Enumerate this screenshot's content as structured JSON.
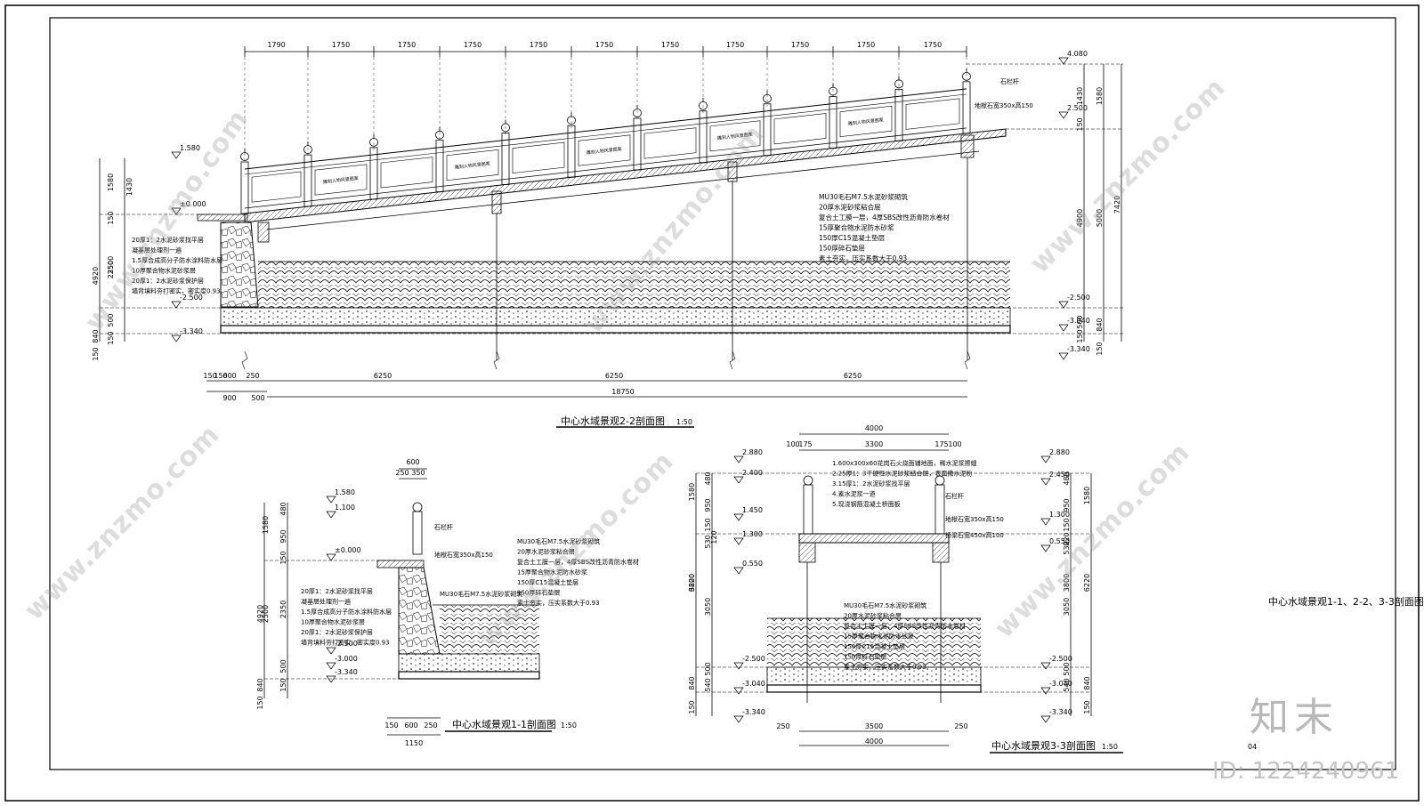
{
  "sections": {
    "s22": {
      "title": "中心水域景观2-2剖面图",
      "scale": "1:50",
      "top_dims": [
        "1790",
        "1750",
        "1750",
        "1750",
        "1750",
        "1750",
        "1750",
        "1750",
        "1750",
        "1750",
        "1750"
      ],
      "bottom_dims_row1": [
        "150",
        "150",
        "600",
        "250",
        "6250",
        "6250",
        "6250"
      ],
      "bottom_dims_row2": [
        "900",
        "500"
      ],
      "bottom_total": "18750",
      "left_dims_outer": [
        "4920",
        "840",
        "150"
      ],
      "left_dims_inner": [
        "1580",
        "1430",
        "150",
        "2500",
        "2350",
        "500",
        "150"
      ],
      "right_dims": [
        "1430",
        "1580",
        "150",
        "4900",
        "5000",
        "7420",
        "500",
        "150",
        "840",
        "150"
      ],
      "levels_left": [
        "1.580",
        "±0.000",
        "-2.500",
        "-3.340"
      ],
      "levels_right": [
        "4.080",
        "2.500",
        "-2.500",
        "-3.040",
        "-3.340"
      ],
      "layers_left": [
        "20厚1：2水泥砂浆找平层",
        "凝基层处理剂一遍",
        "1.5厚合成高分子防水涂料防水层",
        "10厚聚合物水泥砂浆层",
        "20厚1：2水泥砂浆保护层",
        "墙背填料夯打密实，密实度0.93"
      ],
      "layers_right": [
        "MU30毛石M7.5水泥砂浆砌筑",
        "20厚水泥砂浆粘合层",
        "复合土工膜一层，4厚SBS改性沥青防水卷材",
        "15厚聚合物水泥防水砂浆",
        "150厚C15混凝土垫层",
        "150厚碎石垫层",
        "素土夯实，压实系数大于0.93"
      ],
      "note_rail": "石栏杆",
      "note_top": "地栿石宽350x高150",
      "panel_text": "雕刻人物风景图案"
    },
    "s11": {
      "title": "中心水域景观1-1剖面图",
      "scale": "1:50",
      "top_dims": [
        "600",
        "250",
        "350"
      ],
      "bottom_dims_row1": [
        "150",
        "600",
        "250"
      ],
      "bottom_total": "1150",
      "left_dims_outer": [
        "4920",
        "840",
        "150"
      ],
      "left_dims_inner": [
        "1580",
        "480",
        "950",
        "150",
        "2500",
        "2350",
        "500",
        "150"
      ],
      "levels": [
        "1.580",
        "1.100",
        "±0.000",
        "-2.500",
        "-3.000",
        "-3.340"
      ],
      "layers_left": [
        "20厚1：2水泥砂浆找平层",
        "凝基层处理剂一遍",
        "1.5厚合成高分子防水涂料防水层",
        "10厚聚合物水泥砂浆层",
        "20厚1：2水泥砂浆保护层",
        "墙背填料夯打密实，密实度0.93"
      ],
      "layers_right": [
        "MU30毛石M7.5水泥砂浆砌筑",
        "20厚水泥砂浆粘合层",
        "复合土工膜一层，4厚SBS改性沥青防水卷材",
        "15厚聚合物水泥防水砂浆",
        "150厚C15混凝土垫层",
        "150厚碎石垫层",
        "素土夯实，压实系数大于0.93"
      ],
      "note_wall": "MU30毛石M7.5水泥砂浆砌筑",
      "note_rail": "石栏杆",
      "note_top": "地栿石宽350x高150"
    },
    "s33": {
      "title": "中心水域景观3-3剖面图",
      "scale": "1:50",
      "top_total": "4000",
      "top_dims": [
        "100",
        "175",
        "3300",
        "175",
        "100"
      ],
      "bottom_dims": [
        "250",
        "3500",
        "250"
      ],
      "bottom_total": "4000",
      "left_outer": [
        "6220",
        "840",
        "150"
      ],
      "left_inner": [
        "1580",
        "480",
        "950",
        "150",
        "120",
        "530",
        "3800",
        "3050",
        "500",
        "540"
      ],
      "right_outer": [
        "1580",
        "6220",
        "840",
        "150"
      ],
      "right_inner": [
        "480",
        "950",
        "150",
        "220",
        "530",
        "3800",
        "3050",
        "500",
        "540"
      ],
      "levels_left": [
        "2.880",
        "2.400",
        "1.450",
        "1.300",
        "0.550",
        "-2.500",
        "-3.040",
        "-3.340"
      ],
      "levels_right": [
        "2.880",
        "2.450",
        "1.300",
        "0.550",
        "-2.500",
        "-3.040",
        "-3.340"
      ],
      "deck_notes": [
        "1.600x300x60花岗石火烧面铺地面，稀水泥浆擦缝",
        "2.25厚1：3干硬性水泥砂浆结合层，表面撒水泥粉",
        "3.15厚1：2水泥砂浆找平层",
        "4.素水泥浆一道",
        "5.现浇钢筋混凝土桥面板"
      ],
      "layers": [
        "MU30毛石M7.5水泥砂浆砌筑",
        "20厚水泥砂浆粘合层",
        "复合土工膜一层，4厚SBS改性沥青防水卷材",
        "15厚聚合物水泥防水砂浆",
        "150厚C15混凝土垫层",
        "150厚碎石垫层",
        "素土夯实，压实系数大于0.93"
      ],
      "note_rail": "石栏杆",
      "note_top": "地栿石宽350x高150",
      "note_beam": "桥梁石宽450x高100"
    }
  },
  "sheet": {
    "label": "中心水域景观1-1、2-2、3-3剖面图",
    "number": "04"
  },
  "brand": {
    "logo_text": "知末",
    "id_text": "ID: 1224240961",
    "watermark": "www.znzmo.com"
  }
}
